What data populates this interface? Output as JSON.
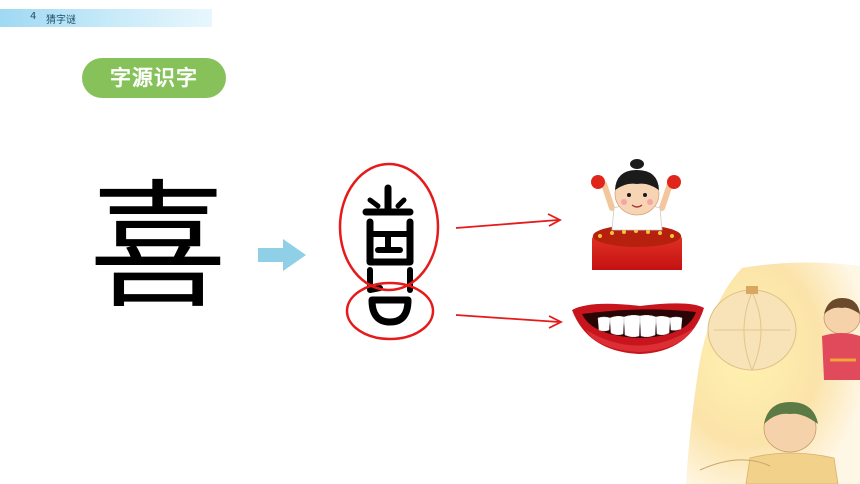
{
  "header": {
    "lesson_number": "4",
    "lesson_title": "猜字谜"
  },
  "section_label": "字源识字",
  "main_character": "喜",
  "colors": {
    "header_bar": "#9fd9f2",
    "pill": "#86c15a",
    "arrow": "#8fd0e6",
    "circle_outline": "#e51a1a",
    "pointer_arrow": "#e51a1a"
  },
  "icons": [
    "right-arrow-icon",
    "ancient-character-glyph",
    "drumming-child-illustration",
    "smiling-mouth-illustration",
    "lantern-children-illustration"
  ]
}
